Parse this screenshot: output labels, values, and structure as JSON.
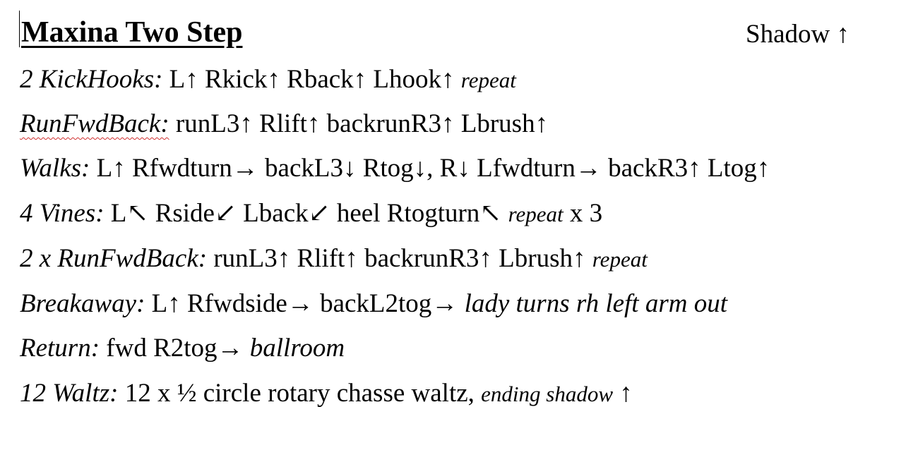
{
  "document": {
    "title": "Maxina Two Step",
    "position_label": "Shadow ↑"
  },
  "lines": [
    {
      "figure": "2 KickHooks:",
      "steps": "L↑ Rkick↑ Rback↑ Lhook↑",
      "note": "repeat",
      "suffix": ""
    },
    {
      "figure": "RunFwdBack:",
      "steps": "runL3↑ Rlift↑ backrunR3↑ Lbrush↑",
      "note": "",
      "suffix": ""
    },
    {
      "figure": "Walks:",
      "steps": "L↑ Rfwdturn→ backL3↓ Rtog↓, R↓ Lfwdturn→ backR3↑ Ltog↑",
      "note": "",
      "suffix": ""
    },
    {
      "figure": "4 Vines:",
      "steps": "L↖ Rside↙ Lback↙ heel Rtogturn↖",
      "note": "repeat",
      "suffix": "x 3"
    },
    {
      "figure": "2 x RunFwdBack:",
      "steps": "runL3↑ Rlift↑ backrunR3↑ Lbrush↑",
      "note": "repeat",
      "suffix": ""
    },
    {
      "figure": "Breakaway:",
      "steps": "L↑ Rfwdside→ backL2tog→",
      "note": "lady turns rh left arm out",
      "suffix": ""
    },
    {
      "figure": "Return:",
      "steps": "fwd R2tog→",
      "note": "ballroom",
      "suffix": ""
    },
    {
      "figure": "12 Waltz:",
      "steps": "12 x ½ circle rotary chasse waltz,",
      "note": "ending shadow",
      "suffix": "↑"
    }
  ]
}
